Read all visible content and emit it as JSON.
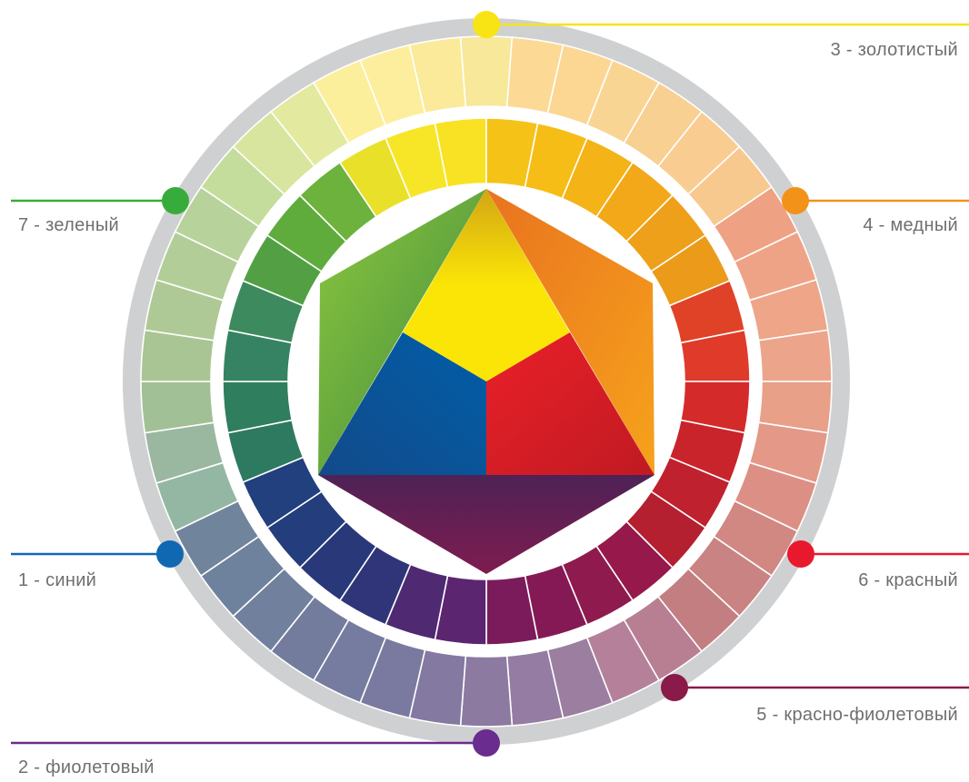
{
  "diagram": {
    "outer_ring": {
      "colors": [
        "#fcef9c",
        "#fcee9c",
        "#faea9a",
        "#f7e89a",
        "#fcd994",
        "#fcd794",
        "#f9d594",
        "#f7d092",
        "#f9cd92",
        "#f8c98f",
        "#efa184",
        "#efa386",
        "#eea588",
        "#eca58a",
        "#e8a088",
        "#e49887",
        "#dc9085",
        "#d18883",
        "#c98382",
        "#c37e82",
        "#b87f92",
        "#b4809a",
        "#9c7ea0",
        "#947ca2",
        "#8c7aa1",
        "#8479a0",
        "#7a7aa0",
        "#767c9f",
        "#737c9d",
        "#71809d",
        "#6f829d",
        "#70849b",
        "#94b7a3",
        "#9ab7a0",
        "#a2c095",
        "#a9c593",
        "#afc996",
        "#b3cd98",
        "#b7d29b",
        "#c4dd9c",
        "#d8e59e",
        "#e3ea9f"
      ]
    },
    "inner_ring": {
      "colors": [
        "#f7e627",
        "#f8e223",
        "#f5c318",
        "#f6bd16",
        "#f4b316",
        "#f2a818",
        "#eea01a",
        "#eb9a1a",
        "#e04227",
        "#e03a2a",
        "#d52a2a",
        "#c9232c",
        "#c0212f",
        "#b4202f",
        "#97184a",
        "#8e1a4e",
        "#851955",
        "#7c1b5c",
        "#5c2570",
        "#4f2a72",
        "#2f3578",
        "#293879",
        "#243d7c",
        "#223f7e",
        "#2e7a60",
        "#2f7e5e",
        "#358362",
        "#3c8a5d",
        "#53a044",
        "#5fac3d",
        "#6cb23c",
        "#e9e02a"
      ]
    },
    "triangle": {
      "yellow": "#fbe506",
      "red": "#e52125",
      "blue": "#00569c",
      "green": "#6aa83a",
      "orange": "#ef8d1d",
      "violet": "#6a1d55"
    }
  },
  "markers": [
    {
      "key": "golden",
      "label": "3 - золотистый",
      "color": "#f8e415"
    },
    {
      "key": "copper",
      "label": "4 - медный",
      "color": "#f39219"
    },
    {
      "key": "green",
      "label": "7 - зеленый",
      "color": "#38ac3a"
    },
    {
      "key": "blue",
      "label": "1 - синий",
      "color": "#1068b3"
    },
    {
      "key": "red",
      "label": "6 - красный",
      "color": "#e8192c"
    },
    {
      "key": "red-violet",
      "label": "5 - красно-фиолетовый",
      "color": "#8a1a4a"
    },
    {
      "key": "violet",
      "label": "2 - фиолетовый",
      "color": "#6a2c8e"
    }
  ]
}
